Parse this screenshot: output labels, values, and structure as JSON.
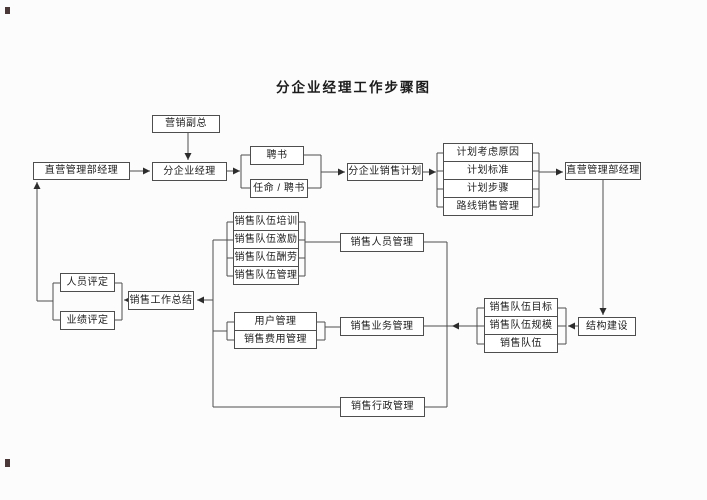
{
  "title": "分企业经理工作步骤图",
  "nodes": {
    "marketing_vp": "营销副总",
    "direct_mgmt_left": "直营管理部经理",
    "branch_manager": "分企业经理",
    "appointment_letter": "聘书",
    "appointment_slash_letter": "任命 / 聘书",
    "branch_sales_plan": "分企业销售计划",
    "plan_reasons": "计划考虑原因",
    "plan_standards": "计划标准",
    "plan_steps": "计划步骤",
    "route_sales_mgmt": "路线销售管理",
    "direct_mgmt_right": "直营管理部经理",
    "team_training": "销售队伍培训",
    "team_incentive": "销售队伍激励",
    "team_pay": "销售队伍酬劳",
    "team_mgmt": "销售队伍管理",
    "sales_personnel_mgmt": "销售人员管理",
    "sales_summary": "销售工作总结",
    "personnel_eval": "人员评定",
    "performance_eval": "业绩评定",
    "user_mgmt": "用户管理",
    "sales_expense_mgmt": "销售费用管理",
    "sales_business_mgmt": "销售业务管理",
    "sales_admin_mgmt": "销售行政管理",
    "team_target": "销售队伍目标",
    "team_scale": "销售队伍规模",
    "sales_team": "销售队伍",
    "structure_building": "结构建设"
  },
  "style": {
    "line_color": "#4e4e4e",
    "text_color": "#212121",
    "background": "#fcfcfc"
  }
}
